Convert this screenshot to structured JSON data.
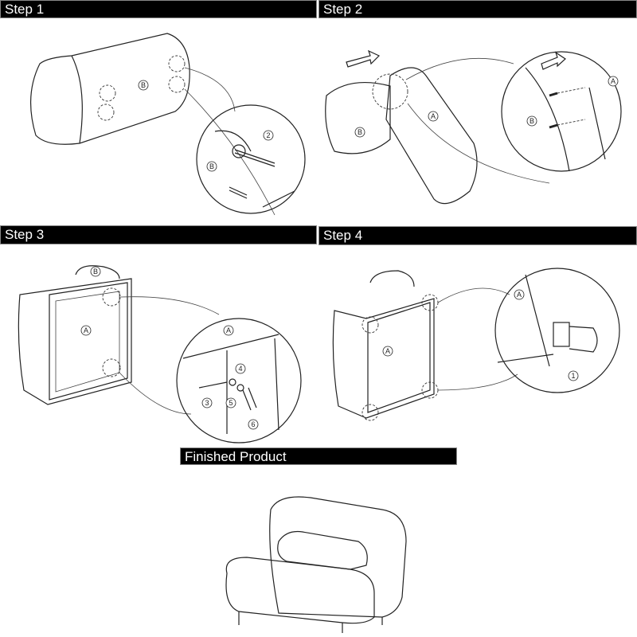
{
  "headers": {
    "step1": "Step 1",
    "step2": "Step 2",
    "step3": "Step 3",
    "step4": "Step 4",
    "finished": "Finished Product"
  },
  "part_labels": {
    "a": "A",
    "b": "B",
    "n1": "1",
    "n2": "2",
    "n3": "3",
    "n4": "4",
    "n5": "5",
    "n6": "6"
  }
}
